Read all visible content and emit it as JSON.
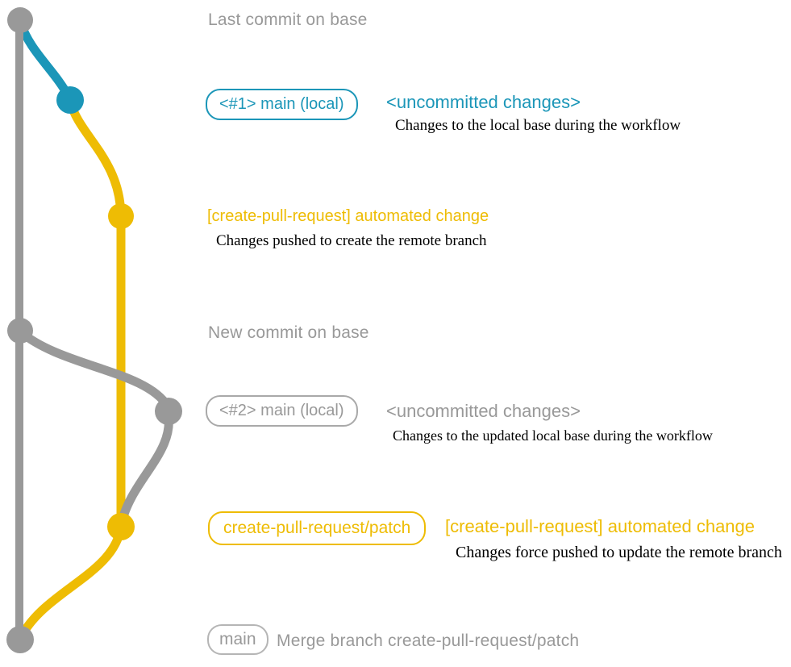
{
  "colors": {
    "gray": "#999999",
    "blue": "#1b96b8",
    "yellow": "#eebc04",
    "annotation": "#000000"
  },
  "captions": {
    "top": "Last commit on base",
    "middle": "New commit on base",
    "bottom": "Merge branch create-pull-request/patch"
  },
  "row1": {
    "badge": "<#1> main (local)",
    "title": "<uncommitted changes>",
    "subtitle": "Changes to the local base during the workflow"
  },
  "push1": {
    "title": "[create-pull-request] automated change",
    "subtitle": "Changes pushed to create the remote branch"
  },
  "row2": {
    "badge": "<#2> main (local)",
    "title": "<uncommitted changes>",
    "subtitle": "Changes to the updated local base during the workflow"
  },
  "push2": {
    "badge": "create-pull-request/patch",
    "title": "[create-pull-request] automated change",
    "subtitle": "Changes force pushed to update the remote branch"
  },
  "bottom": {
    "badge": "main"
  }
}
